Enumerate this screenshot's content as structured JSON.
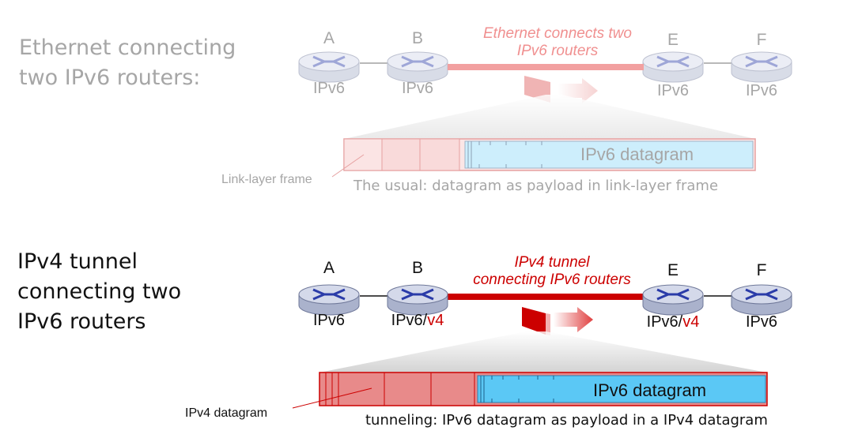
{
  "top": {
    "title_line1": "Ethernet connecting",
    "title_line2": "two IPv6 routers:",
    "link_label_line1": "Ethernet connects two",
    "link_label_line2": "IPv6 routers",
    "nodes": [
      {
        "letter": "A",
        "proto": "IPv6"
      },
      {
        "letter": "B",
        "proto": "IPv6"
      },
      {
        "letter": "E",
        "proto": "IPv6"
      },
      {
        "letter": "F",
        "proto": "IPv6"
      }
    ],
    "frame_label": "Link-layer frame",
    "payload_label": "IPv6 datagram",
    "caption": "The usual: datagram as payload in link-layer frame"
  },
  "bottom": {
    "title_line1": "IPv4 tunnel",
    "title_line2": "connecting two",
    "title_line3": "IPv6 routers",
    "link_label_line1": "IPv4 tunnel",
    "link_label_line2": "connecting IPv6 routers",
    "nodes": [
      {
        "letter": "A",
        "proto": "IPv6",
        "suffix": ""
      },
      {
        "letter": "B",
        "proto": "IPv6/",
        "suffix": "v4"
      },
      {
        "letter": "E",
        "proto": "IPv6/",
        "suffix": "v4"
      },
      {
        "letter": "F",
        "proto": "IPv6",
        "suffix": ""
      }
    ],
    "frame_label": "IPv4 datagram",
    "payload_label": "IPv6 datagram",
    "caption": "tunneling: IPv6 datagram as payload in a IPv4 datagram"
  },
  "colors": {
    "router_fill": "#c7cde0",
    "router_x": "#2a3ba8",
    "tunnel_red": "#cc0000",
    "eth_pink": "#f4a7a7",
    "payload_blue": "#5bc8f5",
    "frame_red": "#e88a8a"
  }
}
